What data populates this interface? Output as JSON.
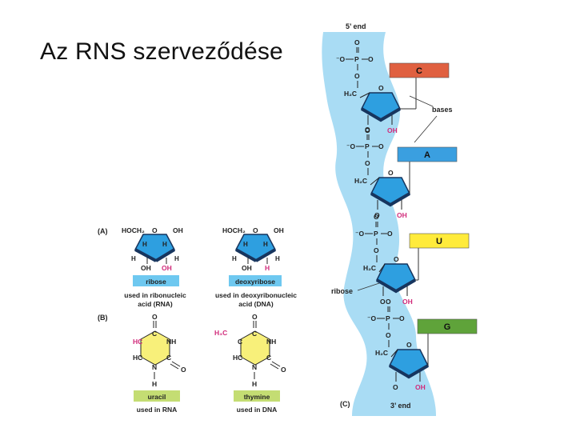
{
  "title": "Az RNS szerveződése",
  "colors": {
    "backbone": "#a9dcf4",
    "ring": "#2e9fe0",
    "ring_dark": "#17355e",
    "base_c": "#e06040",
    "base_a": "#3a9fe0",
    "base_u": "#ffeb3b",
    "base_g": "#5fa33a",
    "pink": "#d12a7a",
    "label_box": "#6ec8f0",
    "uracil_box": "#c4dd73",
    "pyrimidine": "#f8f07a"
  },
  "panel_a": {
    "label": "(A)",
    "ribose": {
      "hoch2": "HOCH₂",
      "o": "O",
      "oh_top": "OH",
      "h1": "H",
      "h2": "H",
      "h3": "H",
      "h4": "H",
      "oh_bl": "OH",
      "oh_br": "OH",
      "name": "ribose",
      "used": "used in ribonucleic",
      "acid": "acid (RNA)"
    },
    "deoxyribose": {
      "hoch2": "HOCH₂",
      "o": "O",
      "oh_top": "OH",
      "h1": "H",
      "h2": "H",
      "h3": "H",
      "h4": "H",
      "oh_bl": "OH",
      "h_br": "H",
      "name": "deoxyribose",
      "used": "used in deoxyribonucleic",
      "acid": "acid (DNA)"
    }
  },
  "panel_b": {
    "label": "(B)",
    "uracil": {
      "o_top": "O",
      "c_top": "C",
      "hc1": "HC",
      "nh": "NH",
      "hc2": "HC",
      "c_right": "C",
      "n": "N",
      "o_right": "O",
      "h": "H",
      "name": "uracil",
      "used": "used in RNA"
    },
    "thymine": {
      "o_top": "O",
      "h3c": "H₃C",
      "c_left": "C",
      "c_top": "C",
      "nh": "NH",
      "hc": "HC",
      "c_right": "C",
      "n": "N",
      "o_right": "O",
      "h": "H",
      "name": "thymine",
      "used": "used in DNA"
    }
  },
  "panel_c": {
    "label": "(C)",
    "five_end": "5’ end",
    "three_end": "3’ end",
    "bases_label": "bases",
    "ribose_label": "ribose",
    "phosphate": {
      "o": "O",
      "p": "P",
      "o_minus": "⁻O"
    },
    "h2c": "H₂C",
    "oh": "OH",
    "bases": [
      "C",
      "A",
      "U",
      "G"
    ]
  }
}
